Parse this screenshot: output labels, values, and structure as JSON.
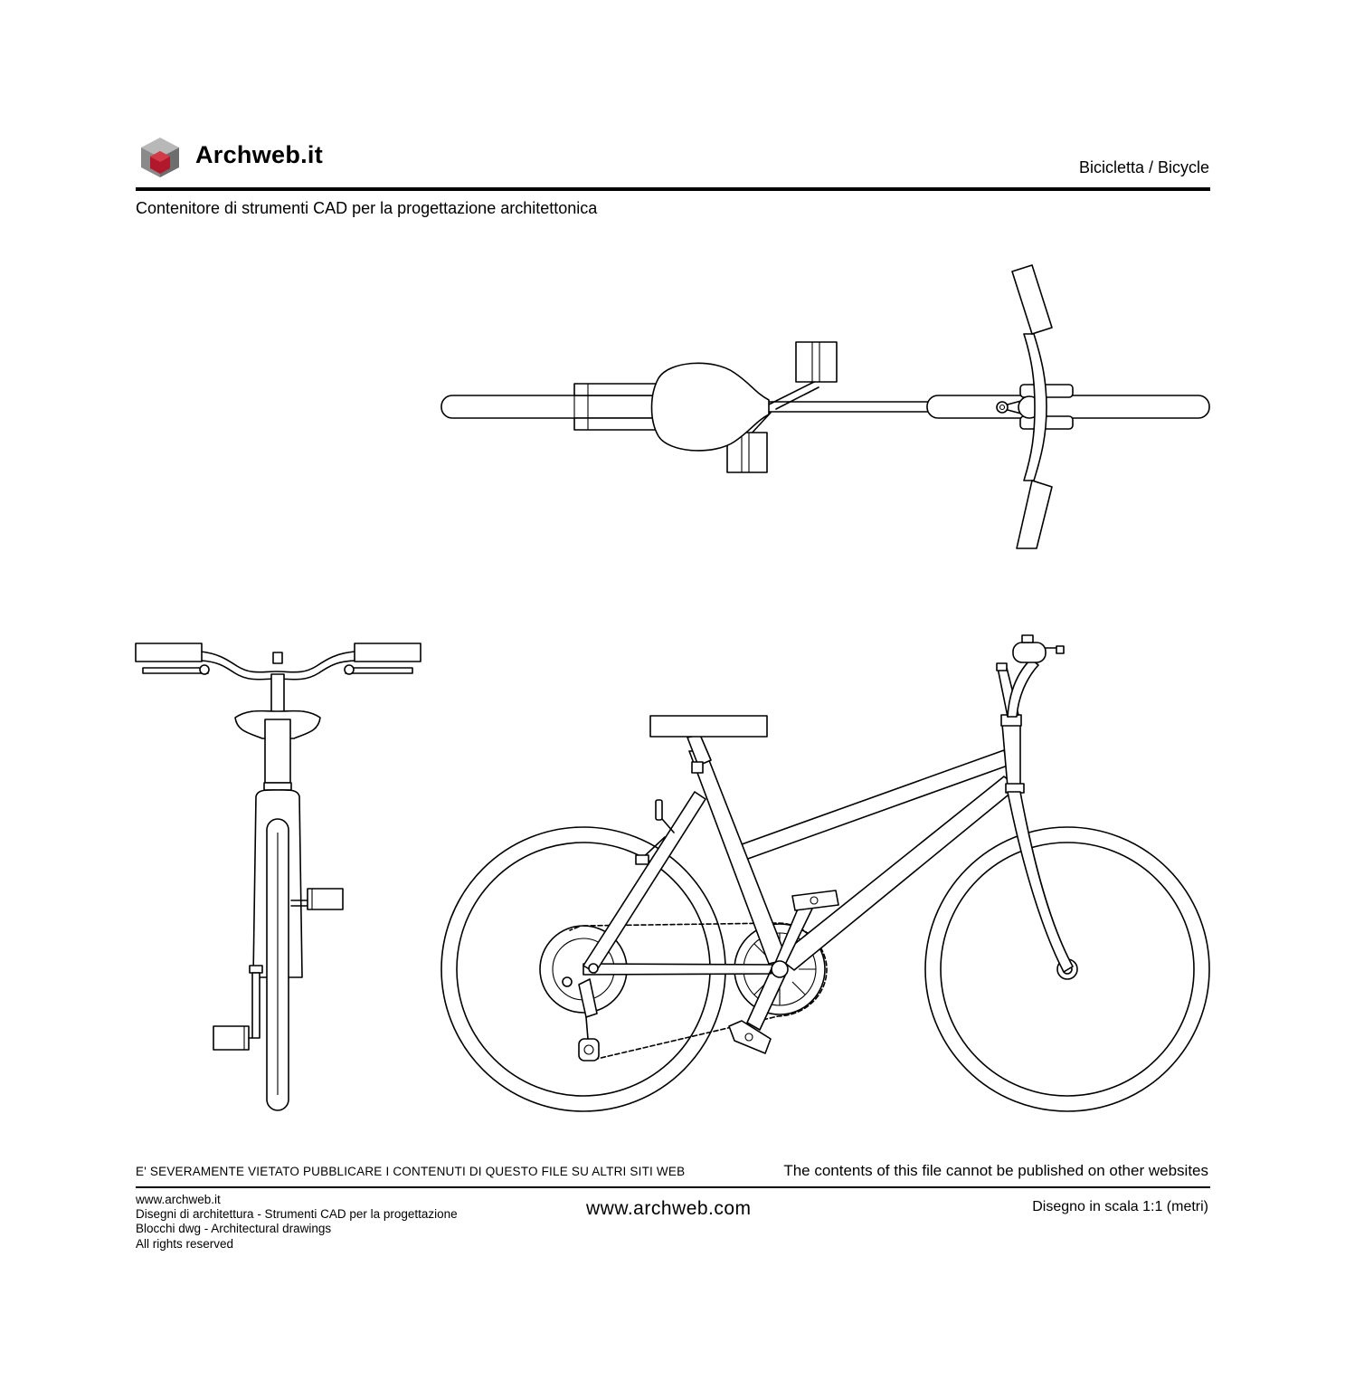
{
  "header": {
    "brand": "Archweb.it",
    "title": "Bicicletta  /  Bicycle",
    "subtitle": "Contenitore di strumenti CAD per la progettazione architettonica"
  },
  "footer": {
    "warning_it": "E' SEVERAMENTE VIETATO PUBBLICARE I CONTENUTI DI QUESTO FILE SU ALTRI SITI WEB",
    "warning_en": "The contents of this file cannot be published on other websites",
    "credits": [
      "www.archweb.it",
      "Disegni di architettura - Strumenti CAD  per la progettazione",
      "Blocchi dwg - Architectural drawings",
      "All rights reserved"
    ],
    "site": "www.archweb.com",
    "scale": "Disegno in scala 1:1 (metri)"
  },
  "colors": {
    "logo_red": "#b2182b",
    "logo_grey_light": "#b8b8b8",
    "logo_grey_dark": "#6e6e6e",
    "line": "#000000"
  },
  "icons": [
    "archweb-logo-icon"
  ]
}
